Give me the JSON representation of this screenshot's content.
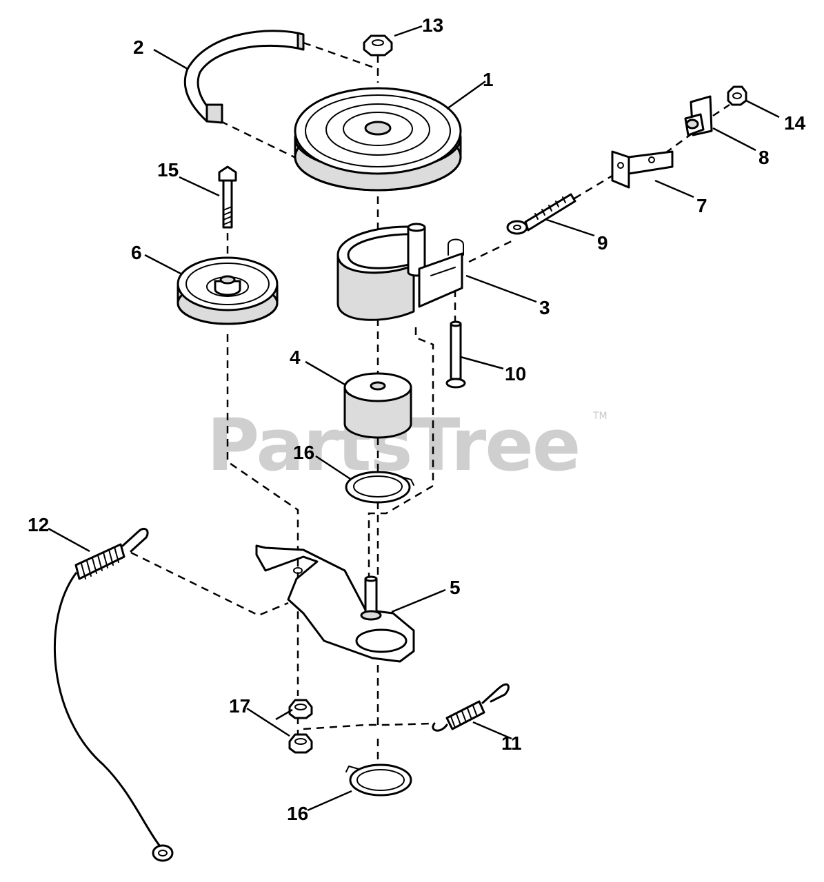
{
  "watermark": {
    "text": "PartsTree",
    "trademark": "TM"
  },
  "callouts": {
    "c1": "1",
    "c2": "2",
    "c3": "3",
    "c4": "4",
    "c5": "5",
    "c6": "6",
    "c7": "7",
    "c8": "8",
    "c9": "9",
    "c10": "10",
    "c11": "11",
    "c12": "12",
    "c13": "13",
    "c14": "14",
    "c15": "15",
    "c16a": "16",
    "c16b": "16",
    "c17": "17"
  }
}
